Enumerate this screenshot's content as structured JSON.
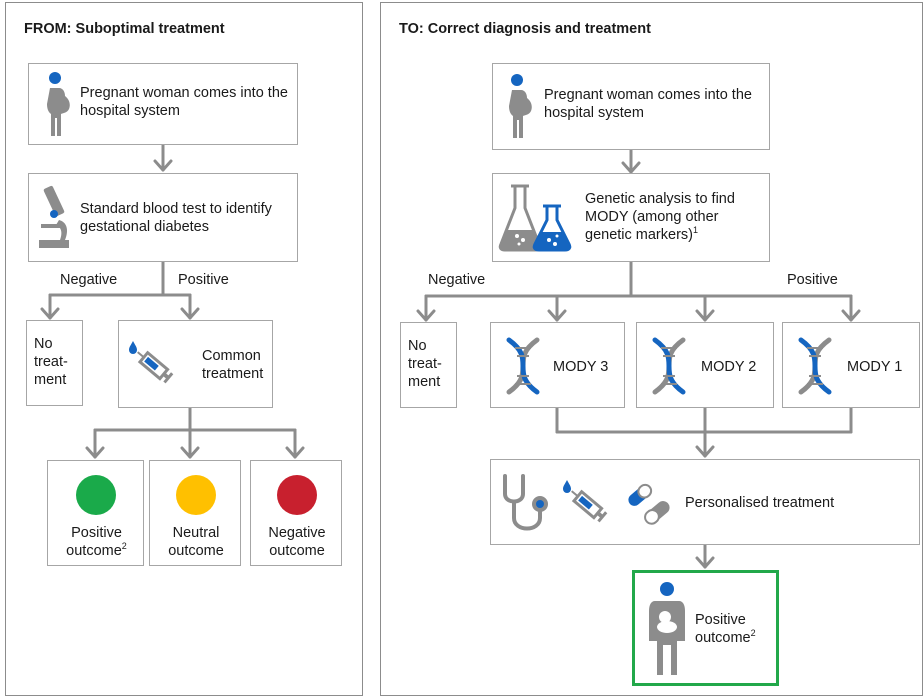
{
  "colors": {
    "gray": "#8c8c8c",
    "blue": "#1565c0",
    "green": "#1aaa4a",
    "yellow": "#ffc000",
    "red": "#c8202e",
    "highlight": "#22a84a"
  },
  "from_panel": {
    "title": "FROM: Suboptimal treatment",
    "arrival_text": "Pregnant woman comes into the hospital system",
    "test_text": "Standard blood test to identify gestational diabetes",
    "negative_label": "Negative",
    "positive_label": "Positive",
    "no_treatment": "No treat-ment",
    "common_treatment": "Common treatment",
    "outcomes": {
      "positive": "Positive outcome",
      "positive_sup": "2",
      "neutral": "Neutral outcome",
      "negative": "Negative outcome"
    }
  },
  "to_panel": {
    "title": "TO: Correct diagnosis and treatment",
    "arrival_text": "Pregnant woman comes into the hospital system",
    "genetic_text": "Genetic analysis to find MODY (among other genetic markers)",
    "genetic_sup": "1",
    "negative_label": "Negative",
    "positive_label": "Positive",
    "no_treatment": "No treat-ment",
    "mody": [
      "MODY 3",
      "MODY 2",
      "MODY 1"
    ],
    "personalised": "Personalised treatment",
    "final_outcome": "Positive outcome",
    "final_sup": "2"
  },
  "icons": [
    "pregnant-woman-icon",
    "microscope-icon",
    "lab-flasks-icon",
    "syringe-icon",
    "dna-icon",
    "stethoscope-icon",
    "pills-icon",
    "mother-baby-icon"
  ]
}
